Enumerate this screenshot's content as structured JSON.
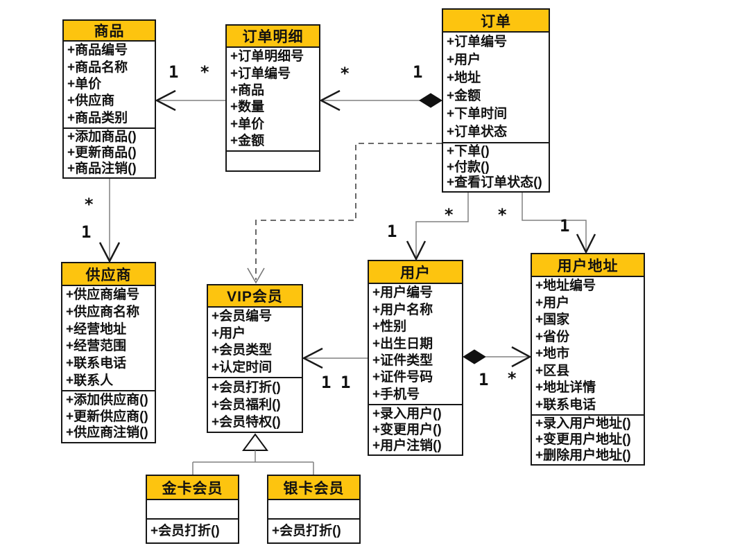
{
  "diagram": {
    "type": "uml-class-diagram",
    "background_color": "#ffffff",
    "header_fill_color": "#FDC40F",
    "box_border_color": "#161616",
    "connector_color": "#808080",
    "arrowhead_color": "#1a1a1a"
  },
  "classes": [
    {
      "id": "product",
      "title": "商品",
      "attributes": [
        "+商品编号",
        "+商品名称",
        "+单价",
        "+供应商",
        "+商品类别"
      ],
      "methods": [
        "+添加商品()",
        "+更新商品()",
        "+商品注销()"
      ]
    },
    {
      "id": "order-detail",
      "title": "订单明细",
      "attributes": [
        "+订单明细号",
        "+订单编号",
        "+商品",
        "+数量",
        "+单价",
        "+金额"
      ],
      "methods": []
    },
    {
      "id": "order",
      "title": "订单",
      "attributes": [
        "+订单编号",
        "+用户",
        "+地址",
        "+金额",
        "+下单时间",
        "+订单状态"
      ],
      "methods": [
        "+下单()",
        "+付款()",
        "+查看订单状态()"
      ]
    },
    {
      "id": "supplier",
      "title": "供应商",
      "attributes": [
        "+供应商编号",
        "+供应商名称",
        "+经营地址",
        "+经营范围",
        "+联系电话",
        "+联系人"
      ],
      "methods": [
        "+添加供应商()",
        "+更新供应商()",
        "+供应商注销()"
      ]
    },
    {
      "id": "vip-member",
      "title": "VIP会员",
      "attributes": [
        "+会员编号",
        "+用户",
        "+会员类型",
        "+认定时间"
      ],
      "methods": [
        "+会员打折()",
        "+会员福利()",
        "+会员特权()"
      ]
    },
    {
      "id": "user",
      "title": "用户",
      "attributes": [
        "+用户编号",
        "+用户名称",
        "+性别",
        "+出生日期",
        "+证件类型",
        "+证件号码",
        "+手机号"
      ],
      "methods": [
        "+录入用户()",
        "+变更用户()",
        "+用户注销()"
      ]
    },
    {
      "id": "user-address",
      "title": "用户地址",
      "attributes": [
        "+地址编号",
        "+用户",
        "+国家",
        "+省份",
        "+地市",
        "+区县",
        "+地址详情",
        "+联系电话"
      ],
      "methods": [
        "+录入用户地址()",
        "+变更用户地址()",
        "+删除用户地址()"
      ]
    },
    {
      "id": "gold-member",
      "title": "金卡会员",
      "attributes": [],
      "methods": [
        "+会员打折()"
      ]
    },
    {
      "id": "silver-member",
      "title": "银卡会员",
      "attributes": [],
      "methods": [
        "+会员打折()"
      ]
    }
  ],
  "relations": [
    {
      "from": "订单明细",
      "to": "商品",
      "type": "association-arrow",
      "from_mult": "*",
      "to_mult": "1"
    },
    {
      "from": "订单",
      "to": "订单明细",
      "type": "composition-diamond-arrow",
      "from_mult": "1",
      "to_mult": "*"
    },
    {
      "from": "商品",
      "to": "供应商",
      "type": "association-arrow",
      "from_mult": "*",
      "to_mult": "1"
    },
    {
      "from": "订单",
      "to": "用户",
      "type": "association-arrow",
      "from_mult": "*",
      "to_mult": "1"
    },
    {
      "from": "订单",
      "to": "用户地址",
      "type": "association-arrow",
      "from_mult": "*",
      "to_mult": "1"
    },
    {
      "from": "订单",
      "to": "VIP会员",
      "type": "dashed-dependency-arrow"
    },
    {
      "from": "用户",
      "to": "VIP会员",
      "type": "association-arrow",
      "from_mult": "1",
      "to_mult": "1"
    },
    {
      "from": "用户",
      "to": "用户地址",
      "type": "composition-diamond-arrow",
      "from_mult": "1",
      "to_mult": "*"
    },
    {
      "from": "金卡会员",
      "to": "VIP会员",
      "type": "generalization-triangle"
    },
    {
      "from": "银卡会员",
      "to": "VIP会员",
      "type": "generalization-triangle"
    }
  ],
  "multiplicities": [
    "1",
    "*",
    "*",
    "1",
    "*",
    "1",
    "*",
    "1",
    "*",
    "1",
    "1",
    "1",
    "1",
    "*"
  ]
}
